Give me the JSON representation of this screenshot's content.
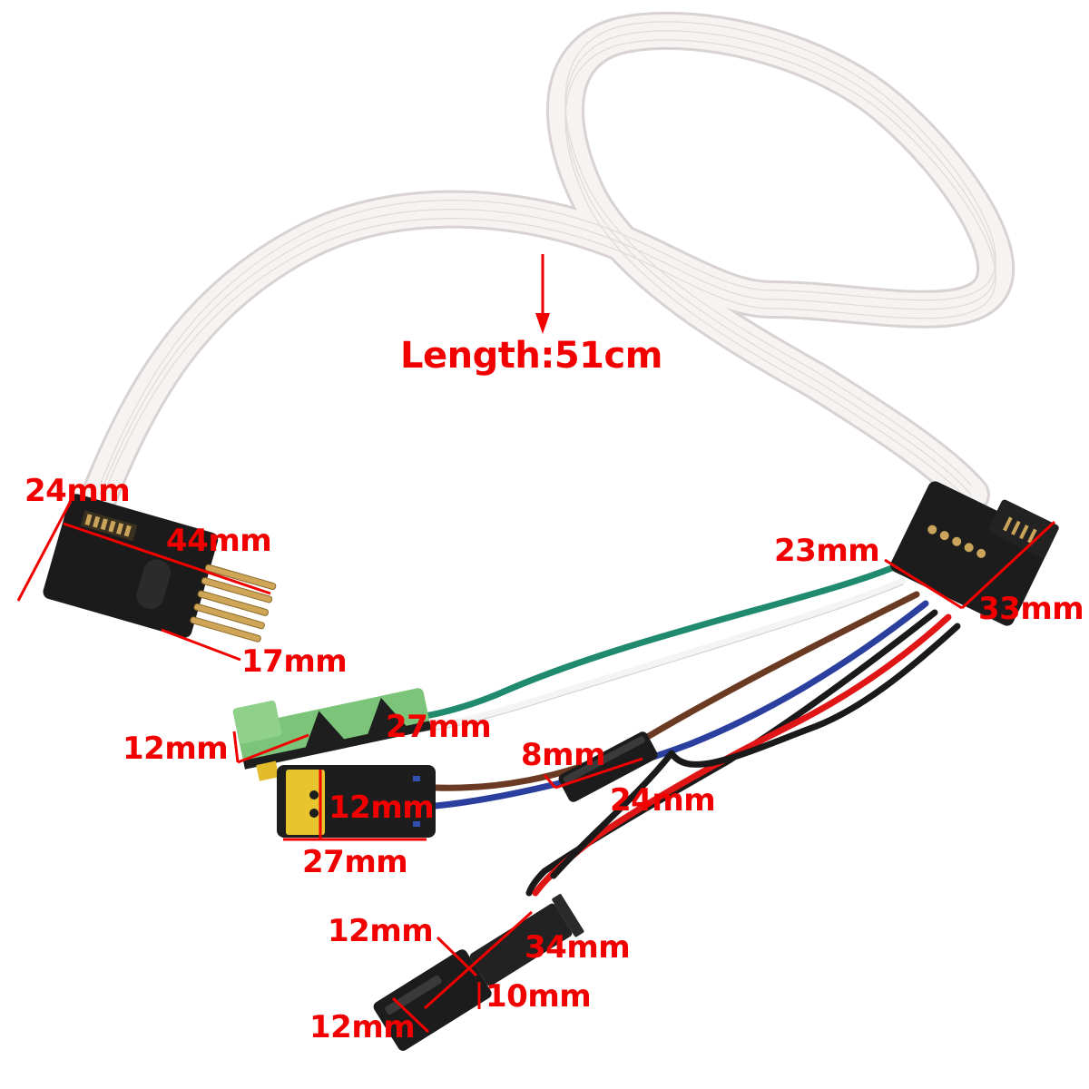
{
  "image": {
    "subject": "clock spring / steering wheel airbag wiring harness with flat ribbon cable and connectors",
    "background_color": "#ffffff",
    "annotation_color": "#f20000"
  },
  "cable": {
    "length_label": "Length:51cm",
    "ribbon_color": "#eeeaea"
  },
  "connectors": {
    "pin_connector": {
      "width_label": "24mm",
      "length_label": "44mm",
      "pin_length_label": "17mm"
    },
    "main_connector": {
      "height_label": "23mm",
      "width_label": "33mm"
    },
    "green_connector": {
      "height_label": "12mm",
      "length_label": "27mm"
    },
    "yellow_connector": {
      "height_label": "12mm",
      "length_label": "27mm"
    },
    "inline_resistor": {
      "diameter_label": "8mm",
      "length_label": "24mm"
    },
    "black_plug": {
      "top_width_label": "12mm",
      "length_label": "34mm",
      "height_label": "10mm",
      "bottom_width_label": "12mm"
    }
  },
  "wire_colors": {
    "green": "#1f8a6e",
    "white": "#f4f4f4",
    "brown": "#6b3a22",
    "blue": "#2a3f9e",
    "red": "#e01515",
    "black": "#1a1a1a"
  }
}
